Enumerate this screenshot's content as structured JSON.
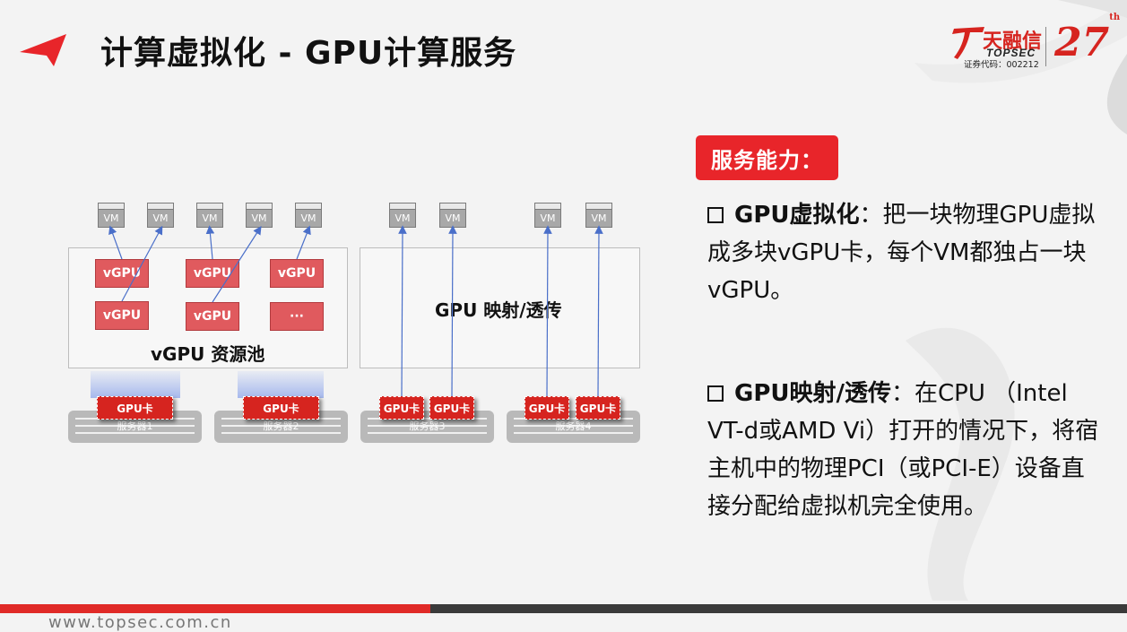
{
  "header": {
    "title": "计算虚拟化 - GPU计算服务"
  },
  "logo": {
    "cn": "天融信",
    "en": "TOPSEC",
    "stock_code": "证券代码：002212",
    "anniversary": "27",
    "anniversary_suffix": "th"
  },
  "diagram": {
    "vgpu_pool_label": "vGPU 资源池",
    "passthrough_label": "GPU 映射/透传",
    "vm_label": "VM",
    "vgpu_label": "vGPU",
    "more_label": "···",
    "gpu_card_label": "GPU卡",
    "servers": [
      "服务器1",
      "服务器2",
      "服务器3",
      "服务器4"
    ]
  },
  "right_panel": {
    "badge": "服务能力：",
    "item1_title": "GPU虚拟化",
    "item1_text": "：把一块物理GPU虚拟成多块vGPU卡，每个VM都独占一块vGPU。",
    "item2_title": "GPU映射/透传",
    "item2_text": "：在CPU （Intel VT-d或AMD Vi）打开的情况下，将宿主机中的物理PCI（或PCI-E）设备直接分配给虚拟机完全使用。"
  },
  "footer": {
    "url": "www.topsec.com.cn"
  },
  "colors": {
    "brand_red": "#e8252a",
    "vgpu_red": "#e05a5e",
    "link_blue": "#4a6fc9",
    "footer_dark": "#3a3a3a"
  }
}
